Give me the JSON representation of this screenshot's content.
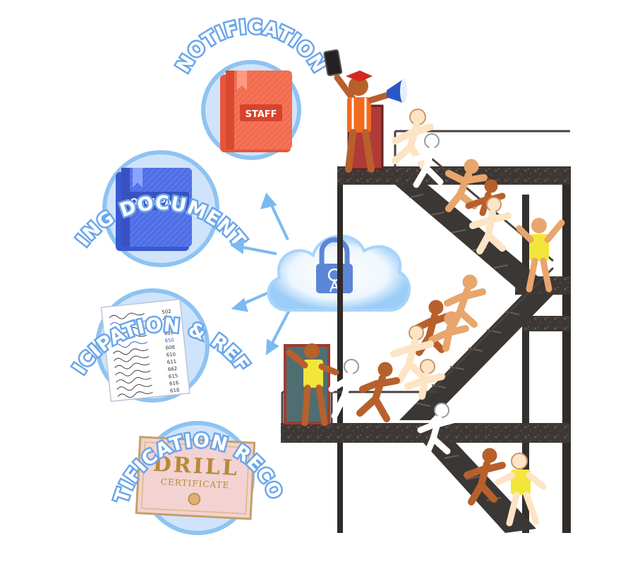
{
  "categories": {
    "notification": "NOTIFICATION",
    "training": "TRAINING DOCUMENTATION",
    "participation": "PARTICIPATION & REFUSAL",
    "certification": "CERTIFICATION RECORDS"
  },
  "books": {
    "staff": "STAFF",
    "occupant": "OCCUPANT"
  },
  "certificate": {
    "title": "DRILL",
    "subtitle": "CERTIFICATE"
  },
  "signin_sheet": {
    "numbers": [
      "502",
      "460",
      "470",
      "469",
      "650",
      "608",
      "610",
      "611",
      "662",
      "615",
      "616",
      "618"
    ]
  },
  "colors": {
    "circle": "#cfe4fb",
    "circle_edge": "#8ec3f2",
    "text_outline": "#6aa6ea",
    "staff_book": "#f26c4f",
    "occupant_book": "#4f6fe6",
    "certificate": "#f3d2d2",
    "cloud_glow": "#9ccdf8",
    "lock": "#5b86d6",
    "stair_metal": "#3b3735",
    "skin_light": "#fde4c5",
    "skin_mid": "#e8a66c",
    "skin_dark": "#b8602c",
    "vest": "#f3e63a"
  },
  "icons": [
    "padlock-icon",
    "cloud-icon",
    "megaphone-icon",
    "phone-icon",
    "graduation-cap-icon"
  ]
}
